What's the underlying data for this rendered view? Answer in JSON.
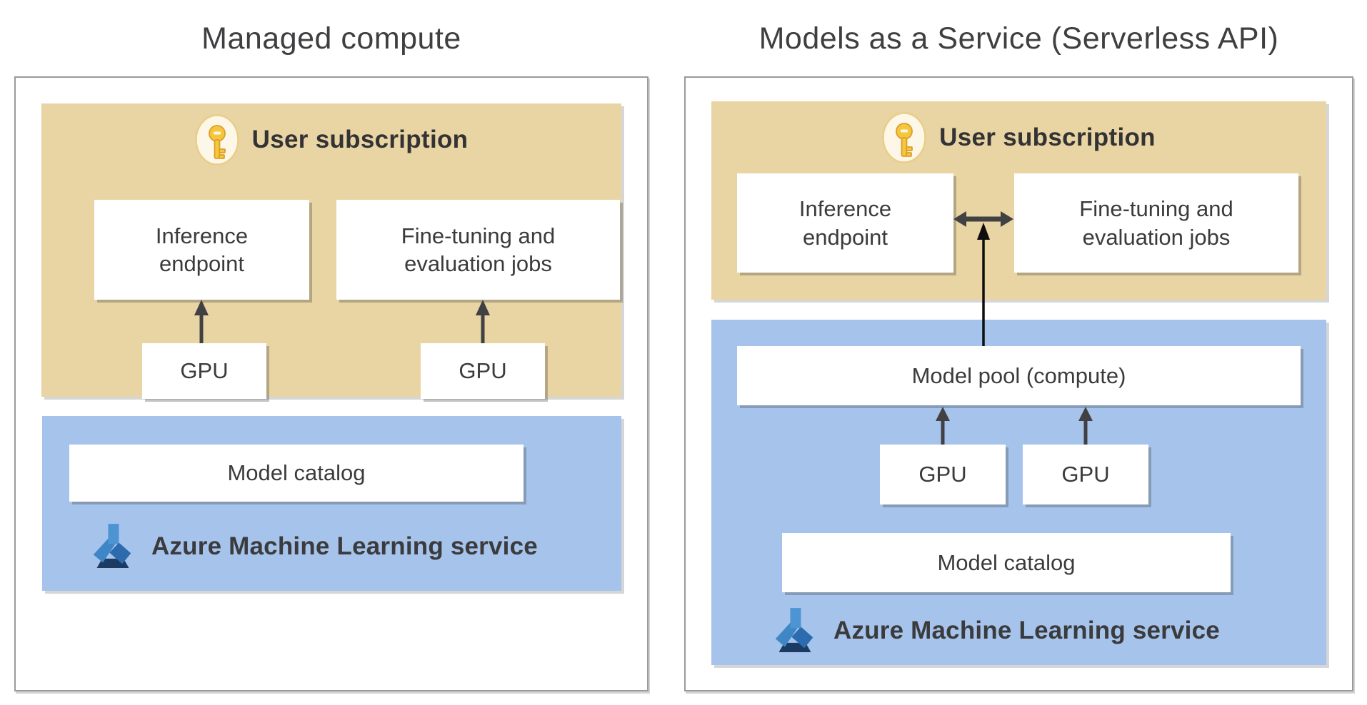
{
  "left_diagram": {
    "title": "Managed compute",
    "user_subscription_label": "User subscription",
    "inference_endpoint_label": "Inference endpoint",
    "finetuning_label": "Fine-tuning and evaluation jobs",
    "gpu_left_label": "GPU",
    "gpu_right_label": "GPU",
    "model_catalog_label": "Model catalog",
    "service_label": "Azure Machine Learning service"
  },
  "right_diagram": {
    "title": "Models as a Service (Serverless API)",
    "user_subscription_label": "User subscription",
    "inference_endpoint_label": "Inference endpoint",
    "finetuning_label": "Fine-tuning and evaluation jobs",
    "model_pool_label": "Model pool (compute)",
    "gpu_left_label": "GPU",
    "gpu_right_label": "GPU",
    "model_catalog_label": "Model catalog",
    "service_label": "Azure Machine Learning service"
  },
  "icons": {
    "user_subscription": "key-icon",
    "service": "azure-ml-icon",
    "connectors": [
      "up-arrow",
      "double-headed-arrow",
      "vertical-up-arrow"
    ]
  },
  "colors": {
    "subscription_bg": "#e9d4a3",
    "service_bg": "#a6c4eb",
    "box_bg": "#ffffff",
    "text": "#3b3b3c",
    "panel_border": "#9a9a9a",
    "arrow_dark": "#414144",
    "arrow_black": "#0e0e0e",
    "azure_blue_light": "#4c94d2",
    "azure_blue_mid": "#3f86c6",
    "azure_blue_deep": "#2c6cae",
    "azure_navy": "#1b3b62",
    "key_gold": "#f6c73e",
    "key_oval_bg": "#fdf7e7",
    "key_oval_border": "#e9cd88"
  }
}
